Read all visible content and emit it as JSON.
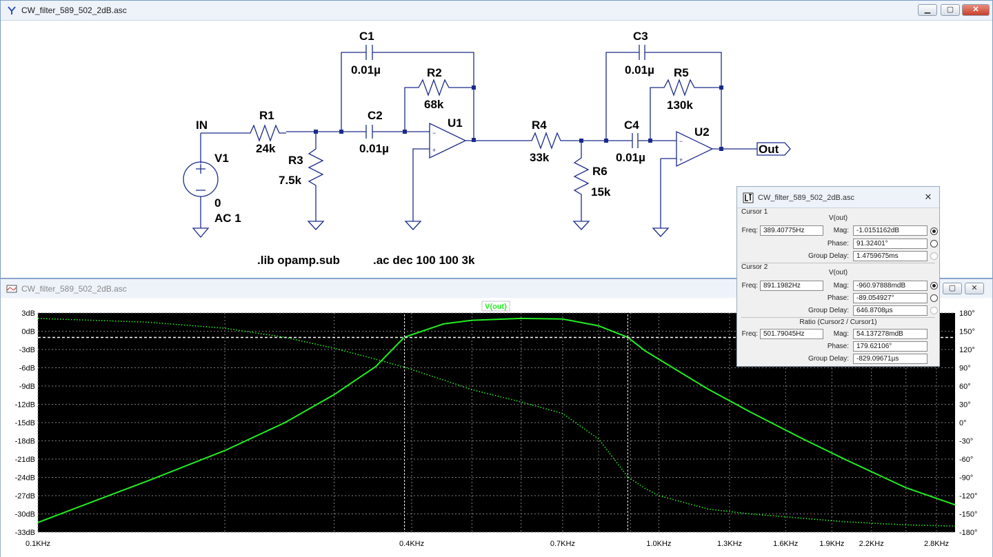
{
  "schematic_window": {
    "title": "CW_filter_589_502_2dB.asc",
    "buttons": {
      "minimize": "▁",
      "restore": "▢",
      "close": "✕"
    }
  },
  "schematic": {
    "labels": {
      "in": "IN",
      "v1": "V1",
      "v1_dc": "0",
      "v1_ac": "AC 1",
      "r1": "R1",
      "r1_val": "24k",
      "r3": "R3",
      "r3_val": "7.5k",
      "c1": "C1",
      "c1_val": "0.01µ",
      "c2": "C2",
      "c2_val": "0.01µ",
      "r2": "R2",
      "r2_val": "68k",
      "u1": "U1",
      "r4": "R4",
      "r4_val": "33k",
      "r6": "R6",
      "r6_val": "15k",
      "c3": "C3",
      "c3_val": "0.01µ",
      "c4": "C4",
      "c4_val": "0.01µ",
      "r5": "R5",
      "r5_val": "130k",
      "u2": "U2",
      "out": "Out",
      "lib": ".lib opamp.sub",
      "ac": ".ac dec 100 100 3k"
    }
  },
  "plot_window": {
    "title": "CW_filter_589_502_2dB.asc",
    "buttons": {
      "restore": "▢",
      "close": "✕"
    }
  },
  "chart_data": {
    "type": "line",
    "trace_label": "V(out)",
    "x_scale": "log",
    "xlim": [
      100,
      3000
    ],
    "x_ticks": [
      {
        "v": 100,
        "label": "0.1KHz"
      },
      {
        "v": 400,
        "label": "0.4KHz"
      },
      {
        "v": 700,
        "label": "0.7KHz"
      },
      {
        "v": 1000,
        "label": "1.0KHz"
      },
      {
        "v": 1300,
        "label": "1.3KHz"
      },
      {
        "v": 1600,
        "label": "1.6KHz"
      },
      {
        "v": 1900,
        "label": "1.9KHz"
      },
      {
        "v": 2200,
        "label": "2.2KHz"
      },
      {
        "v": 2800,
        "label": "2.8KHz"
      }
    ],
    "x_grid": [
      100,
      200,
      300,
      400,
      500,
      600,
      700,
      800,
      900,
      1000,
      1300,
      1600,
      1900,
      2200,
      2500,
      2800
    ],
    "y_left": {
      "lim": [
        -33,
        3
      ],
      "ticks": [
        3,
        0,
        -3,
        -6,
        -9,
        -12,
        -15,
        -18,
        -21,
        -24,
        -27,
        -30,
        -33
      ],
      "labels": [
        "3dB",
        "0dB",
        "-3dB",
        "-6dB",
        "-9dB",
        "-12dB",
        "-15dB",
        "-18dB",
        "-21dB",
        "-24dB",
        "-27dB",
        "-30dB",
        "-33dB"
      ]
    },
    "y_right": {
      "lim": [
        -180,
        180
      ],
      "ticks": [
        180,
        150,
        120,
        90,
        60,
        30,
        0,
        -30,
        -60,
        -90,
        -120,
        -150,
        -180
      ],
      "labels": [
        "180°",
        "150°",
        "120°",
        "90°",
        "60°",
        "30°",
        "0°",
        "-30°",
        "-60°",
        "-90°",
        "-120°",
        "-150°",
        "-180°"
      ]
    },
    "series": [
      {
        "kind": "magnitude",
        "color": "#22ee22",
        "x": [
          100,
          150,
          200,
          250,
          300,
          350,
          389,
          450,
          500,
          600,
          700,
          800,
          891,
          950,
          1000,
          1200,
          1400,
          1700,
          2000,
          2500,
          3000
        ],
        "y": [
          -31.4,
          -24.6,
          -19.6,
          -15.0,
          -10.4,
          -5.8,
          -1.0,
          1.2,
          1.8,
          2.1,
          2.0,
          0.9,
          -1.0,
          -3.2,
          -4.6,
          -9.5,
          -13.2,
          -17.6,
          -21.1,
          -25.7,
          -28.5
        ]
      },
      {
        "kind": "phase",
        "color": "#22ee22",
        "x": [
          100,
          150,
          200,
          250,
          300,
          350,
          389,
          450,
          500,
          600,
          700,
          800,
          891,
          950,
          1000,
          1200,
          1400,
          1700,
          2000,
          2500,
          3000
        ],
        "y": [
          171,
          165,
          155,
          140,
          122,
          104,
          91,
          70,
          54,
          34,
          15,
          -27,
          -89,
          -108,
          -120,
          -142,
          -150,
          -157,
          -163,
          -168,
          -170
        ]
      }
    ],
    "cursors": [
      {
        "x": 389.40775,
        "y": -1.0151162
      },
      {
        "x": 891.1982,
        "y": -0.96097888
      }
    ],
    "colors": {
      "background": "#000000",
      "grid": "#808080",
      "cursor": "#000000",
      "axis_text": "#000000"
    }
  },
  "cursor_window": {
    "title": "CW_filter_589_502_2dB.asc",
    "close": "✕",
    "cursor1": {
      "header": "Cursor 1",
      "signal": "V(out)",
      "freq_label": "Freq:",
      "freq": "389.40775Hz",
      "mag_label": "Mag:",
      "mag": "-1.0151162dB",
      "phase_label": "Phase:",
      "phase": "91.32401°",
      "gd_label": "Group Delay:",
      "gd": "1.4759675ms"
    },
    "cursor2": {
      "header": "Cursor 2",
      "signal": "V(out)",
      "freq_label": "Freq:",
      "freq": "891.1982Hz",
      "mag_label": "Mag:",
      "mag": "-960.97888mdB",
      "phase_label": "Phase:",
      "phase": "-89.054927°",
      "gd_label": "Group Delay:",
      "gd": "646.8708µs"
    },
    "ratio": {
      "header": "Ratio (Cursor2 / Cursor1)",
      "freq_label": "Freq:",
      "freq": "501.79045Hz",
      "mag_label": "Mag:",
      "mag": "54.137278mdB",
      "phase_label": "Phase:",
      "phase": "179.62106°",
      "gd_label": "Group Delay:",
      "gd": "-829.09671µs"
    }
  }
}
